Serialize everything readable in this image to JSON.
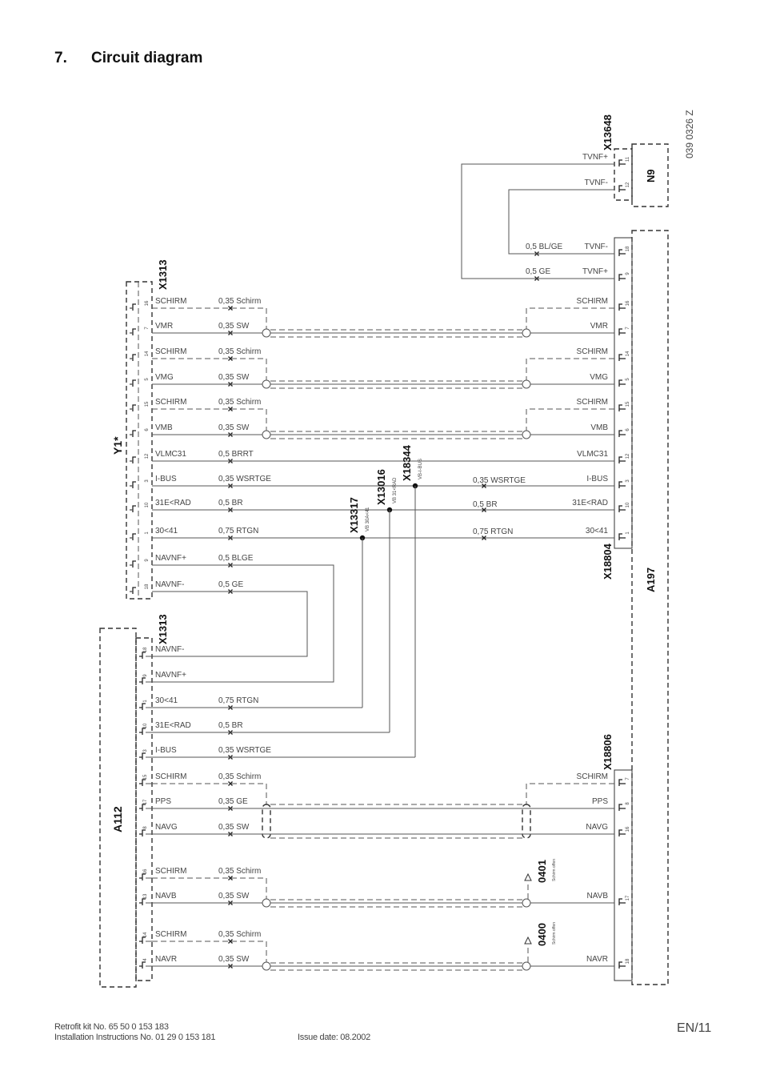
{
  "heading": {
    "number": "7.",
    "title": "Circuit diagram"
  },
  "drawing_number": "039 0326 Z",
  "components": {
    "y1": "Y1*",
    "y1_connector": "X1313",
    "a112": "A112",
    "a112_connector": "X1313",
    "n9": "N9",
    "n9_connector": "X13648",
    "a197": "A197",
    "a197_connector_top": "X18804",
    "a197_connector_bottom": "X18806"
  },
  "junctions": [
    {
      "id": "X13317",
      "desc": "VB 30A<41"
    },
    {
      "id": "X13016",
      "desc": "VB 31<RAD"
    },
    {
      "id": "X18344",
      "desc": "VB-I-BUS"
    }
  ],
  "y1_rows": [
    {
      "label": "SCHIRM",
      "pin": "16",
      "cable": "0,35 Schirm"
    },
    {
      "label": "VMR",
      "pin": "7",
      "cable": "0,35 SW"
    },
    {
      "label": "SCHIRM",
      "pin": "14",
      "cable": "0,35 Schirm"
    },
    {
      "label": "VMG",
      "pin": "5",
      "cable": "0,35 SW"
    },
    {
      "label": "SCHIRM",
      "pin": "15",
      "cable": "0,35 Schirm"
    },
    {
      "label": "VMB",
      "pin": "6",
      "cable": "0,35 SW"
    },
    {
      "label": "VLMC31",
      "pin": "12",
      "cable": "0,5 BRRT"
    },
    {
      "label": "I-BUS",
      "pin": "3",
      "cable": "0,35 WSRTGE"
    },
    {
      "label": "31E<RAD",
      "pin": "10",
      "cable": "0,5 BR"
    },
    {
      "label": "30<41",
      "pin": "1",
      "cable": "0,75 RTGN"
    },
    {
      "label": "NAVNF+",
      "pin": "9",
      "cable": "0,5 BLGE"
    },
    {
      "label": "NAVNF-",
      "pin": "18",
      "cable": "0,5 GE"
    }
  ],
  "n9_rows": [
    {
      "label": "TVNF+",
      "pin": "11"
    },
    {
      "label": "TVNF-",
      "pin": "12"
    }
  ],
  "x18804_rows": [
    {
      "label": "TVNF-",
      "pin": "18",
      "cable": "0,5 BL/GE"
    },
    {
      "label": "TVNF+",
      "pin": "9",
      "cable": "0,5 GE"
    },
    {
      "label": "SCHIRM",
      "pin": "16",
      "cable": ""
    },
    {
      "label": "VMR",
      "pin": "7",
      "cable": ""
    },
    {
      "label": "SCHIRM",
      "pin": "14",
      "cable": ""
    },
    {
      "label": "VMG",
      "pin": "5",
      "cable": ""
    },
    {
      "label": "SCHIRM",
      "pin": "15",
      "cable": ""
    },
    {
      "label": "VMB",
      "pin": "6",
      "cable": ""
    },
    {
      "label": "VLMC31",
      "pin": "12",
      "cable": ""
    },
    {
      "label": "I-BUS",
      "pin": "3",
      "cable": "0,35 WSRTGE"
    },
    {
      "label": "31E<RAD",
      "pin": "10",
      "cable": "0,5 BR"
    },
    {
      "label": "30<41",
      "pin": "1",
      "cable": "0,75 RTGN"
    }
  ],
  "a112_rows": [
    {
      "label": "NAVNF-",
      "pin": "18",
      "cable": ""
    },
    {
      "label": "NAVNF+",
      "pin": "9",
      "cable": ""
    },
    {
      "label": "30<41",
      "pin": "1",
      "cable": "0,75 RTGN"
    },
    {
      "label": "31E<RAD",
      "pin": "10",
      "cable": "0,5 BR"
    },
    {
      "label": "I-BUS",
      "pin": "3",
      "cable": "0,35 WSRTGE"
    },
    {
      "label": "SCHIRM",
      "pin": "15",
      "cable": "0,35 Schirm"
    },
    {
      "label": "PPS",
      "pin": "17",
      "cable": "0,35 GE"
    },
    {
      "label": "NAVG",
      "pin": "8",
      "cable": "0,35 SW"
    },
    {
      "label": "SCHIRM",
      "pin": "16",
      "cable": "0,35 Schirm"
    },
    {
      "label": "NAVB",
      "pin": "13",
      "cable": "0,35 SW"
    },
    {
      "label": "SCHIRM",
      "pin": "14",
      "cable": "0,35 Schirm"
    },
    {
      "label": "NAVR",
      "pin": "4",
      "cable": "0,35 SW"
    }
  ],
  "x18806_rows": [
    {
      "label": "SCHIRM",
      "pin": "7"
    },
    {
      "label": "PPS",
      "pin": "8"
    },
    {
      "label": "NAVG",
      "pin": "16"
    },
    {
      "label": "NAVB",
      "pin": "17"
    },
    {
      "label": "NAVR",
      "pin": "18"
    }
  ],
  "shield_open": [
    {
      "id": "0401",
      "note": "Schirm offen"
    },
    {
      "id": "0400",
      "note": "Schirm offen"
    }
  ],
  "footer": {
    "kit": "Retrofit kit No. 65 50 0 153 183",
    "instructions": "Installation Instructions No. 01 29 0 153 181",
    "issue": "Issue date: 08.2002",
    "page": "EN/11"
  }
}
